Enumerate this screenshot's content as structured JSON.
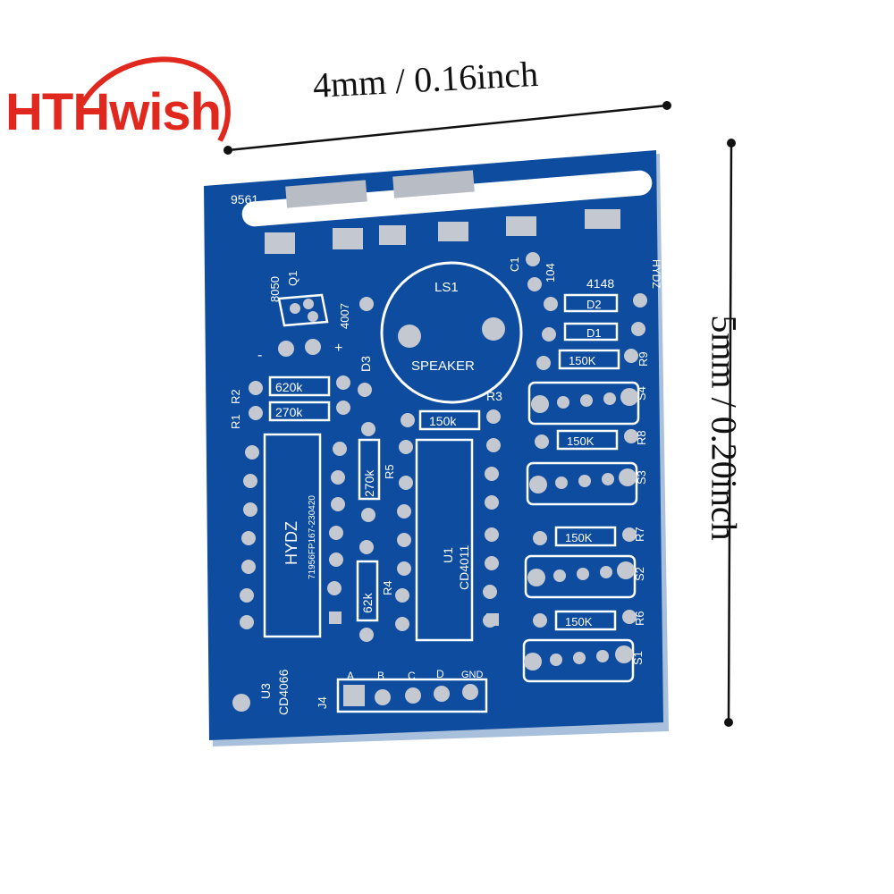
{
  "brand": {
    "name": "HTHwish",
    "color": "#e0281e"
  },
  "dimensions": {
    "width_label": "4mm / 0.16inch",
    "height_label": "5mm / 0.20inch"
  },
  "board": {
    "color": "#0d4c9e",
    "code": "9561",
    "brand_mark": "HYDZ",
    "q1": {
      "ref": "Q1",
      "part": "8050"
    },
    "d3": {
      "ref": "D3",
      "part": "4007"
    },
    "speaker": {
      "ref": "LS1",
      "label": "SPEAKER"
    },
    "c1": {
      "ref": "C1",
      "value": "104"
    },
    "diode_part": "4148",
    "d1": "D1",
    "d2": "D2",
    "r1": {
      "ref": "R1",
      "value": "270k"
    },
    "r2": {
      "ref": "R2",
      "value": "620k"
    },
    "r3": {
      "ref": "R3",
      "value": "150k"
    },
    "r4": {
      "ref": "R4",
      "value": "62k"
    },
    "r5": {
      "ref": "R5",
      "value": "270k"
    },
    "r6": {
      "ref": "R6",
      "value": "150K"
    },
    "r7": {
      "ref": "R7",
      "value": "150K"
    },
    "r8": {
      "ref": "R8",
      "value": "150K"
    },
    "r9": {
      "ref": "R9",
      "value": "150K"
    },
    "s1": "S1",
    "s2": "S2",
    "s3": "S3",
    "s4": "S4",
    "u1": {
      "ref": "U1",
      "part": "CD4011"
    },
    "u3": {
      "ref": "U3",
      "part": "CD4066"
    },
    "u3_code": "71956FP167-230420",
    "j4": {
      "ref": "J4",
      "pins": [
        "A",
        "B",
        "C",
        "D",
        "GND"
      ]
    },
    "plus": "+",
    "minus": "-"
  }
}
